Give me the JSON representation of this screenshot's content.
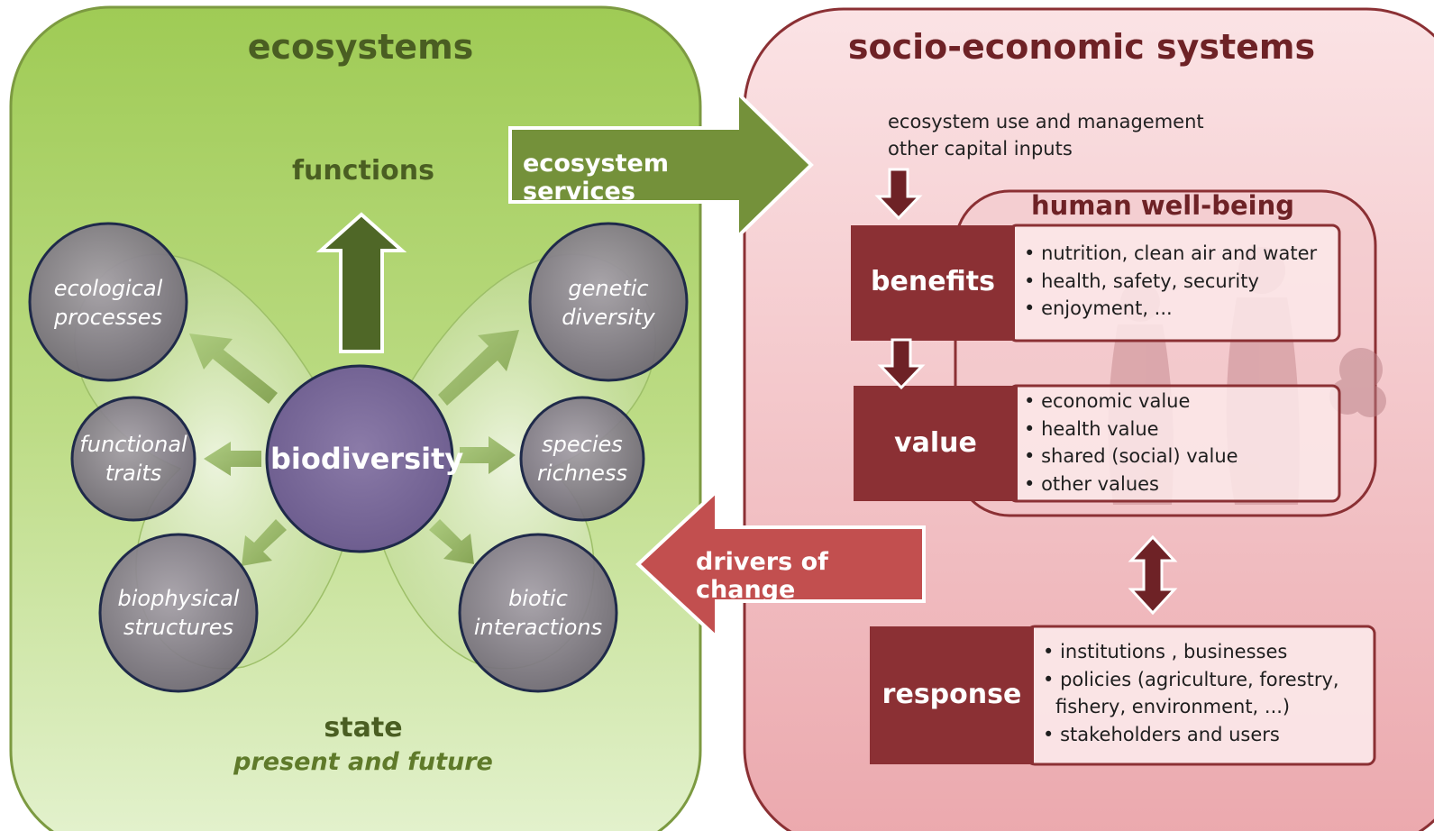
{
  "ecosystems": {
    "title": "ecosystems",
    "functions_label": "functions",
    "state_label": "state",
    "state_sub": "present and future",
    "center": "biodiversity",
    "circles": [
      {
        "line1": "ecological",
        "line2": "processes"
      },
      {
        "line1": "functional",
        "line2": "traits"
      },
      {
        "line1": "biophysical",
        "line2": "structures"
      },
      {
        "line1": "genetic",
        "line2": "diversity"
      },
      {
        "line1": "species",
        "line2": "richness"
      },
      {
        "line1": "biotic",
        "line2": "interactions"
      }
    ]
  },
  "flows": {
    "services": "ecosystem services",
    "drivers": "drivers of change"
  },
  "socio": {
    "title": "socio-economic systems",
    "inputs": [
      "ecosystem use and management",
      "other capital inputs"
    ],
    "wellbeing_title": "human well-being",
    "benefits": {
      "label": "benefits",
      "items": [
        "nutrition, clean air and water",
        "health, safety, security",
        "enjoyment, ..."
      ]
    },
    "value": {
      "label": "value",
      "items": [
        "economic value",
        "health value",
        "shared (social) value",
        "other values"
      ]
    },
    "response": {
      "label": "response",
      "items": [
        "institutions , businesses",
        "policies (agriculture, forestry,",
        "fishery, environment, ...)",
        "stakeholders and users"
      ]
    }
  },
  "colors": {
    "green_dark": "#6f8a35",
    "green_title": "#4a5e22",
    "maroon": "#8b3034",
    "red_arrow": "#c0504d",
    "pink_panel": "#f0b8bd",
    "circle_fill": "#7f7a86",
    "bio_fill": "#7a6a99"
  }
}
